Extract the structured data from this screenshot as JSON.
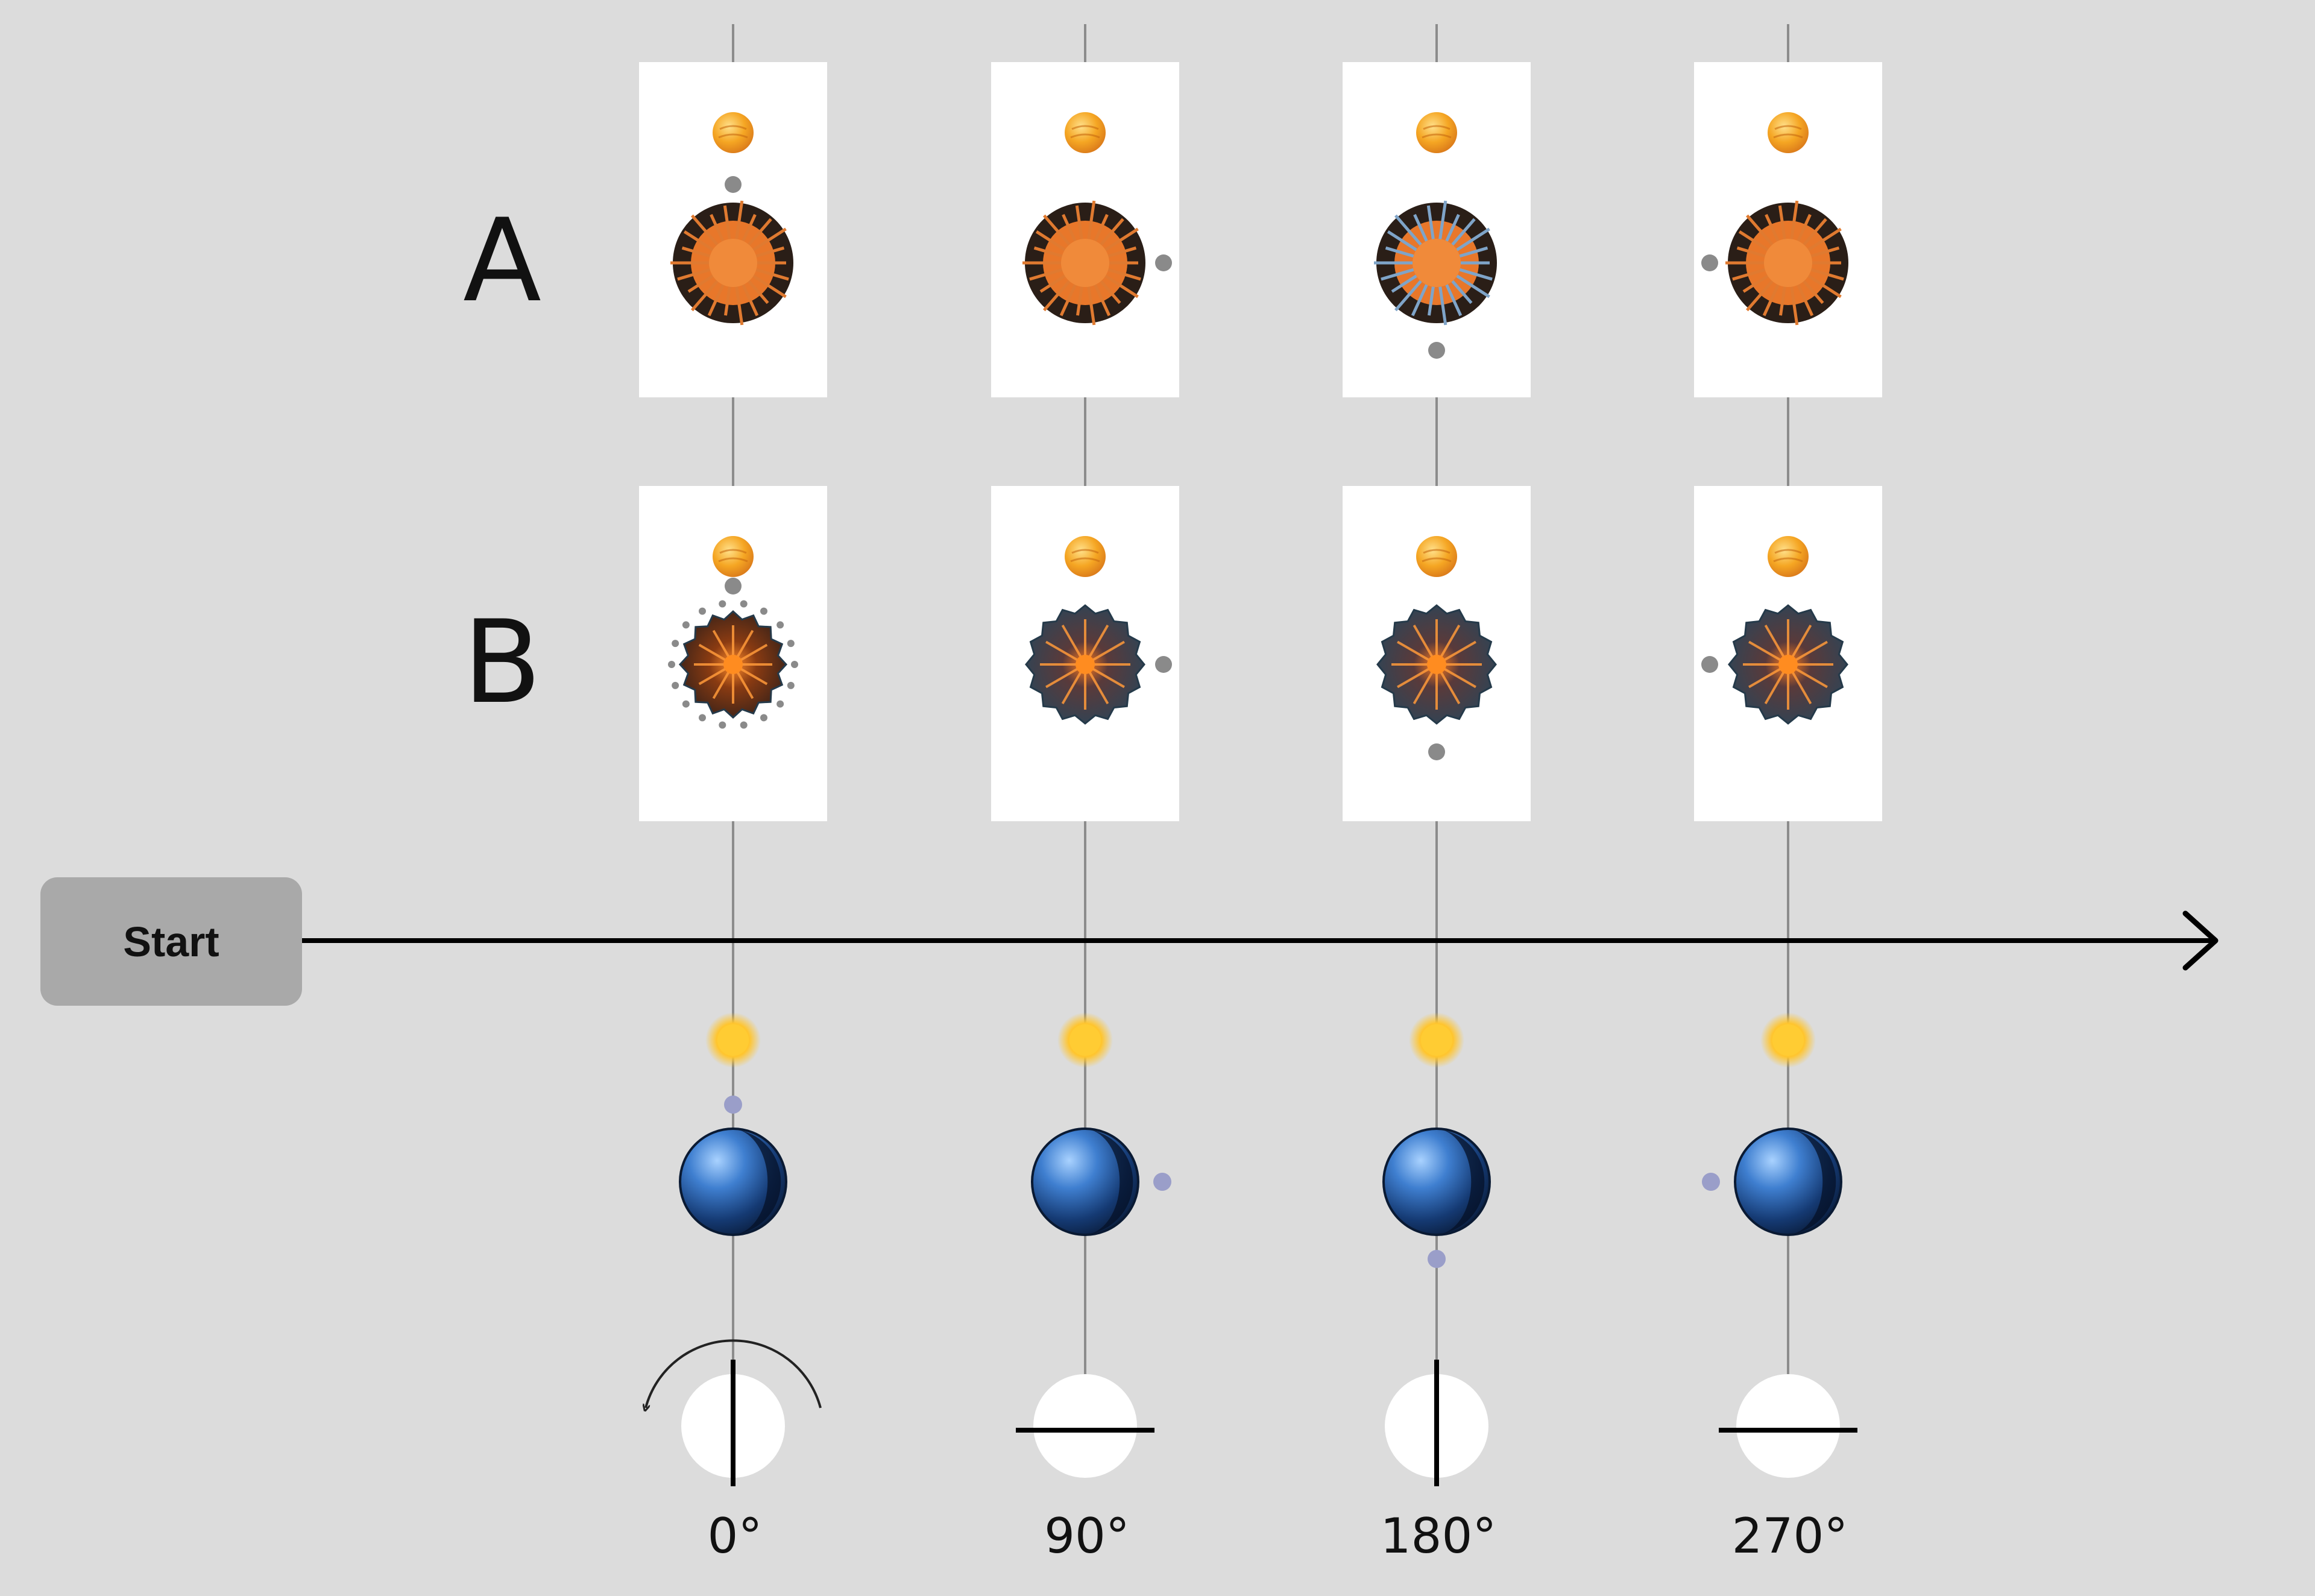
{
  "rows": [
    {
      "label": "A",
      "style": "spiky-dark-disc"
    },
    {
      "label": "B",
      "style": "spiked-ball"
    }
  ],
  "start_button": {
    "label": "Start"
  },
  "angles": [
    "0°",
    "90°",
    "180°",
    "270°"
  ],
  "moon_positions": [
    "top",
    "right",
    "bottom",
    "left"
  ],
  "orientation_lines": [
    "vertical",
    "horizontal",
    "vertical",
    "horizontal"
  ],
  "icons": {
    "sun": "sun-icon",
    "moon": "moon-icon",
    "earth": "earth-icon",
    "rotation_arrow": "counterclockwise-arrow-icon"
  },
  "colors": {
    "background": "#dcdcdc",
    "card": "#ffffff",
    "sun": "#f5a623",
    "earth": "#1e4f8f",
    "moon_small": "#8a8a8a",
    "moon_bottom": "#9a9ec9",
    "button": "#a9a9a9",
    "axis": "#000000"
  }
}
